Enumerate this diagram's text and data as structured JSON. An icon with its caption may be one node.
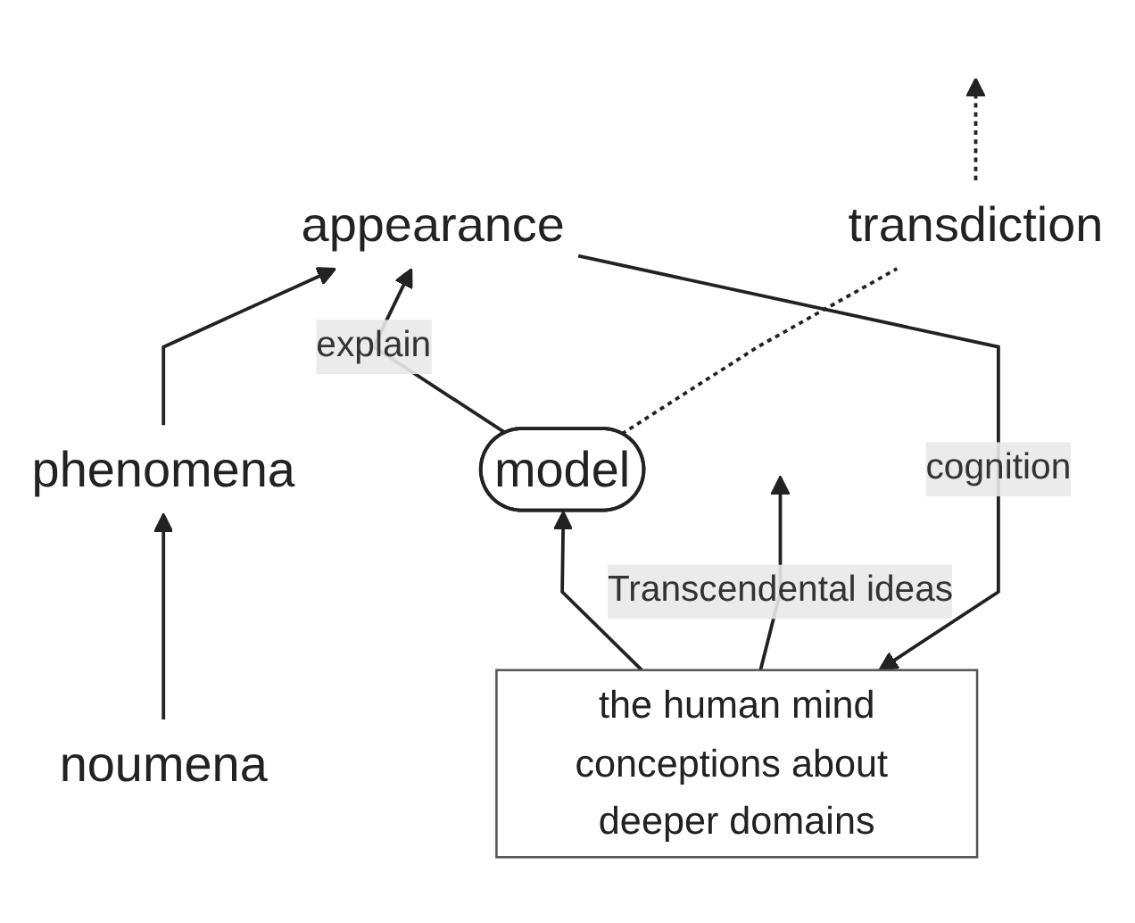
{
  "diagram": {
    "nodes": [
      {
        "text": [
          "the human mind",
          "conceptions about deeper domains"
        ]
      },
      {
        "text": [
          "appearance"
        ]
      },
      {
        "text": [
          "phenomena"
        ]
      },
      {
        "text": [
          "noumena"
        ]
      },
      {
        "text": [
          "model"
        ]
      },
      {
        "text": [
          "transdiction"
        ]
      }
    ],
    "edges": [
      {
        "from": 1,
        "to": 0,
        "arrow": "to",
        "label": "cognition"
      },
      {
        "from": 0,
        "to": 4,
        "arrow": "to"
      },
      {
        "from": 4,
        "to": 1,
        "arrow": "to",
        "label": "explain"
      },
      {
        "from": 2,
        "to": 1,
        "arrow": "to"
      },
      {
        "from": 3,
        "to": 2,
        "arrow": "to"
      },
      {
        "from": 4,
        "to": 5,
        "arrow": "none",
        "style": "dashed"
      },
      {
        "from": 5,
        "to": null,
        "arrow": "to",
        "style": "dashed"
      },
      {
        "from": 0,
        "to": null,
        "arrow": "to",
        "label": "Transcendental ideas"
      }
    ]
  }
}
